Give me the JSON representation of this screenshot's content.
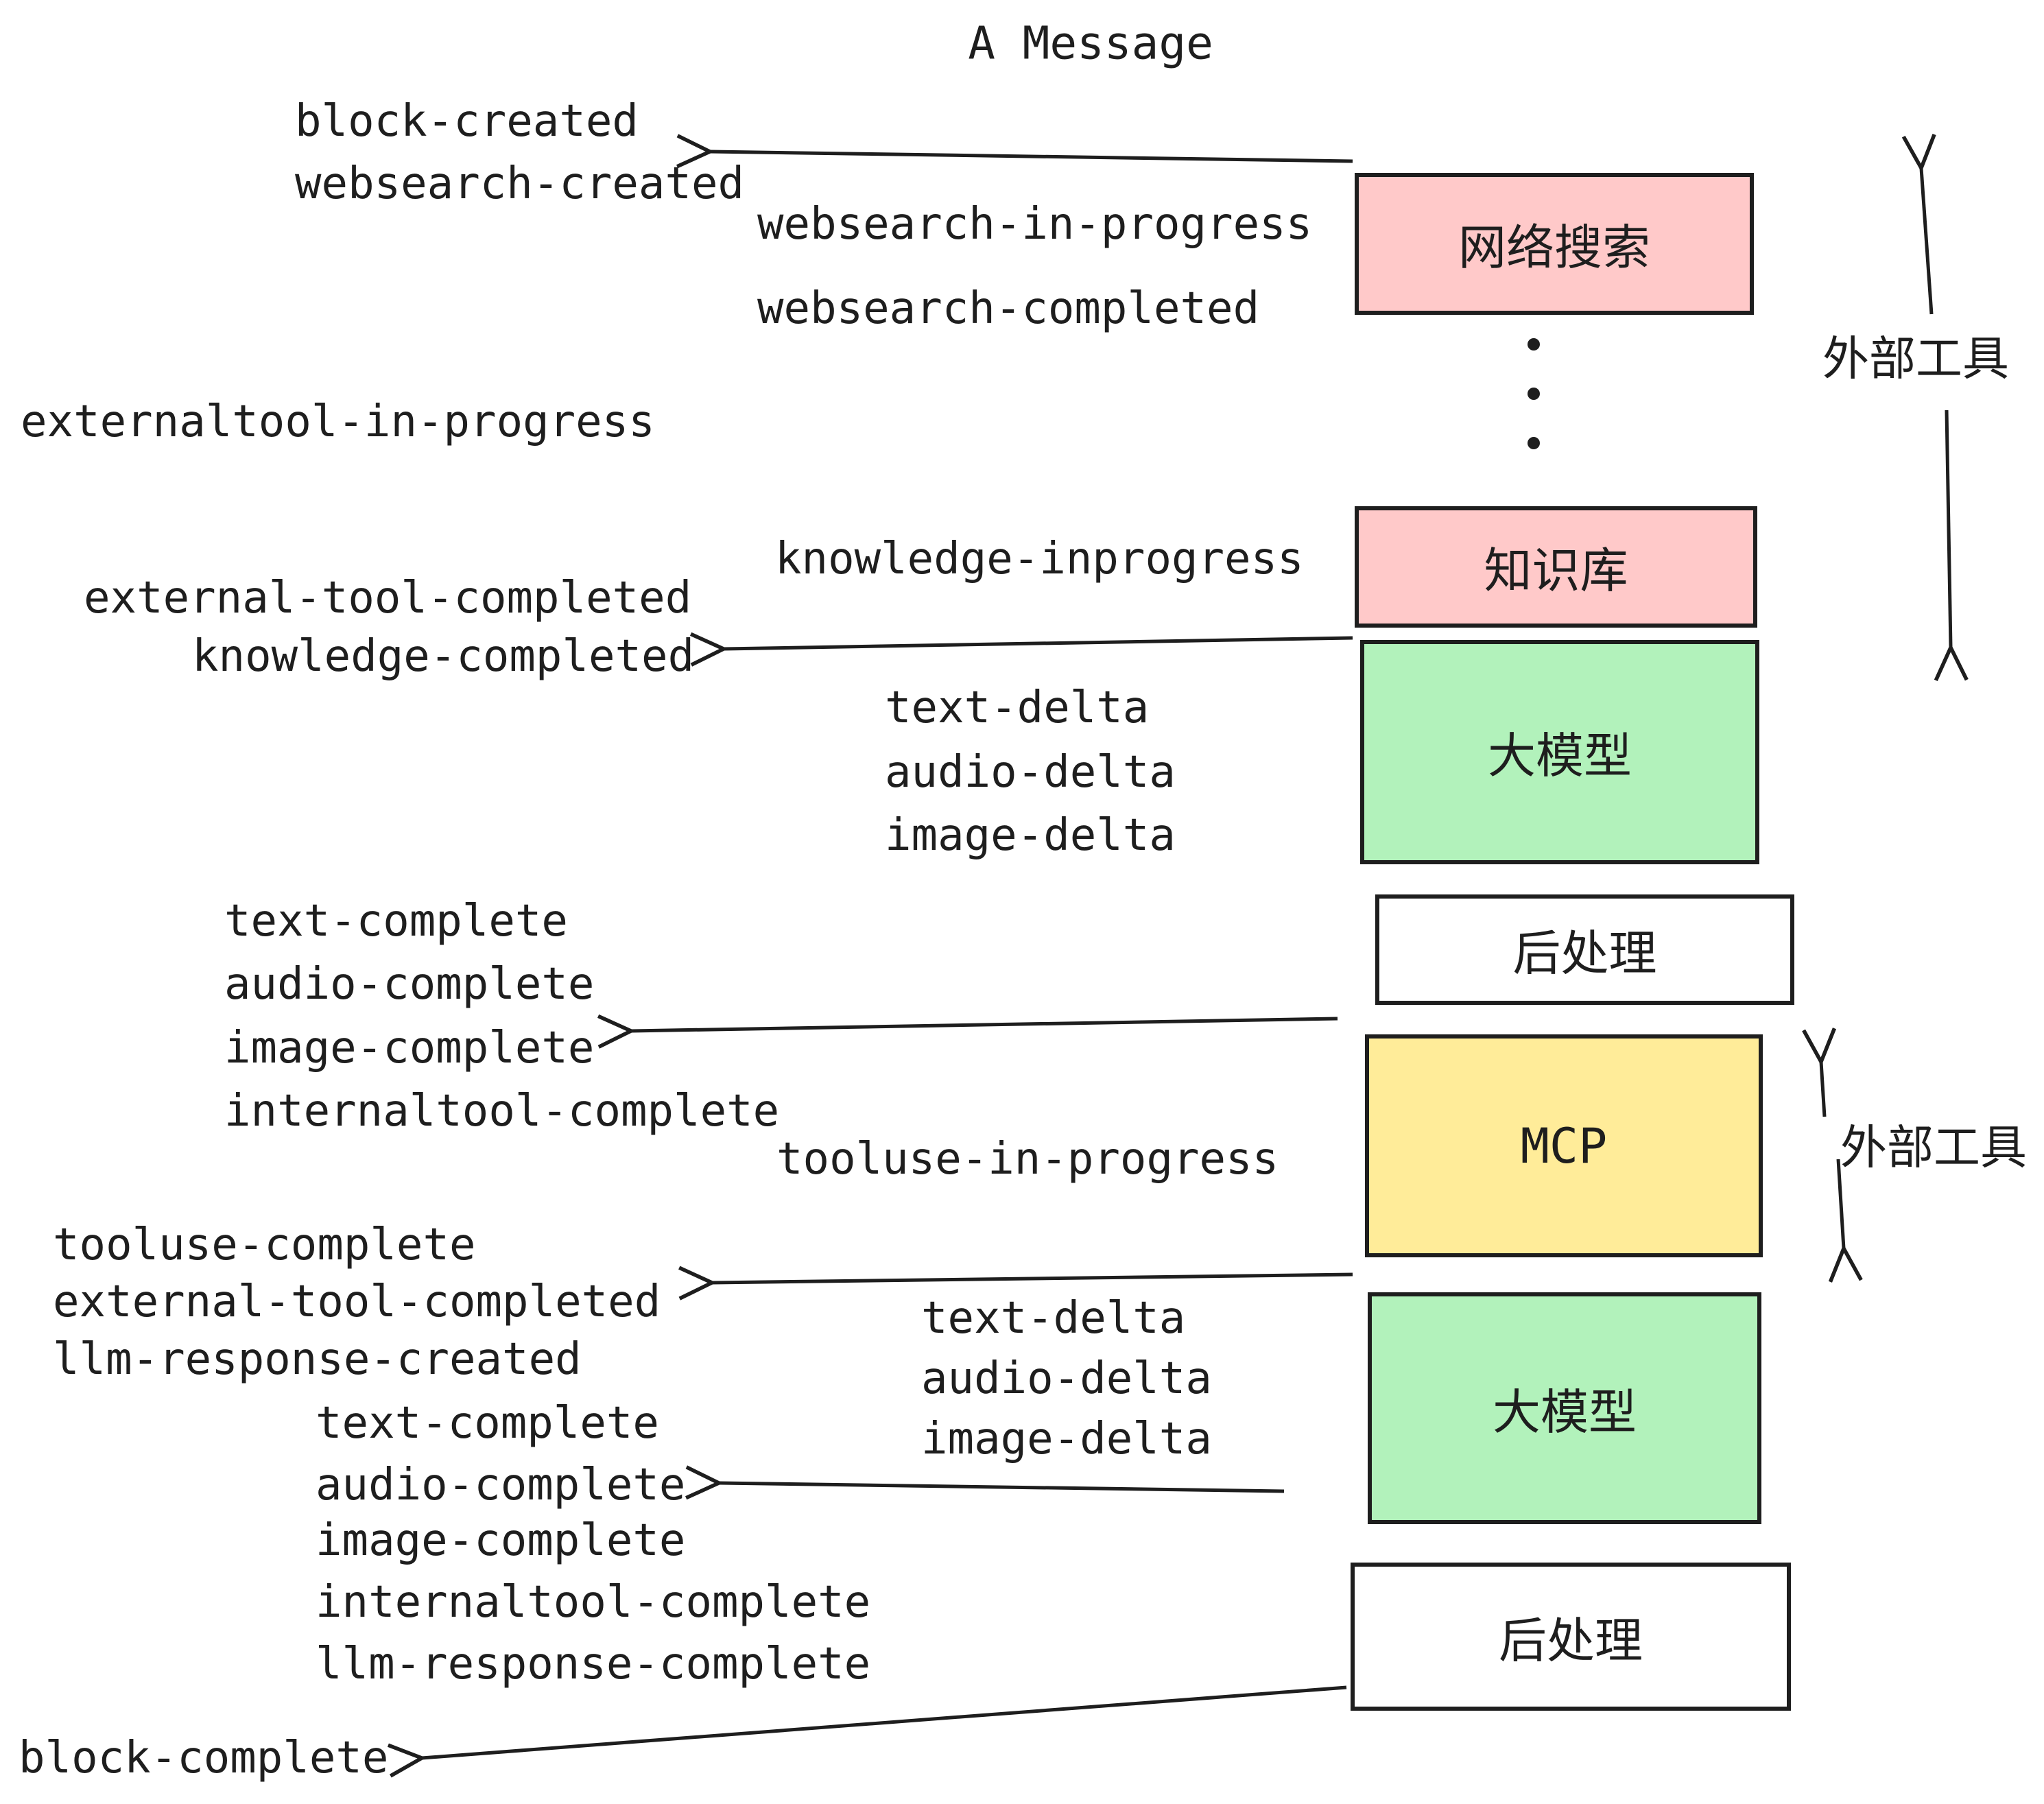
{
  "title": "A Message",
  "colors": {
    "box_pink": "#ffc9c9",
    "box_green": "#b2f2bb",
    "box_yellow": "#ffec99",
    "box_white": "#ffffff",
    "stroke": "#1e1e1e"
  },
  "boxes": {
    "websearch": "网络搜索",
    "knowledge": "知识库",
    "llm1": "大模型",
    "post1": "后处理",
    "mcp": "MCP",
    "llm2": "大模型",
    "post2": "后处理"
  },
  "side_labels": {
    "external_tools_top": "外部工具",
    "external_tools_mcp": "外部工具"
  },
  "events": {
    "block_created": "block-created",
    "websearch_created": "websearch-created",
    "websearch_in_progress": "websearch-in-progress",
    "websearch_completed": "websearch-completed",
    "externaltool_in_progress": "externaltool-in-progress",
    "knowledge_inprogress": "knowledge-inprogress",
    "external_tool_completed_1": "external-tool-completed",
    "knowledge_completed": "knowledge-completed",
    "text_delta_1": "text-delta",
    "audio_delta_1": "audio-delta",
    "image_delta_1": "image-delta",
    "text_complete_1": "text-complete",
    "audio_complete_1": "audio-complete",
    "image_complete_1": "image-complete",
    "internaltool_complete_1": "internaltool-complete",
    "tooluse_in_progress": "tooluse-in-progress",
    "tooluse_complete": "tooluse-complete",
    "external_tool_completed_2": "external-tool-completed",
    "llm_response_created": "llm-response-created",
    "text_delta_2": "text-delta",
    "audio_delta_2": "audio-delta",
    "image_delta_2": "image-delta",
    "text_complete_2": "text-complete",
    "audio_complete_2": "audio-complete",
    "image_complete_2": "image-complete",
    "internaltool_complete_2": "internaltool-complete",
    "llm_response_complete": "llm-response-complete",
    "block_complete": "block-complete"
  }
}
